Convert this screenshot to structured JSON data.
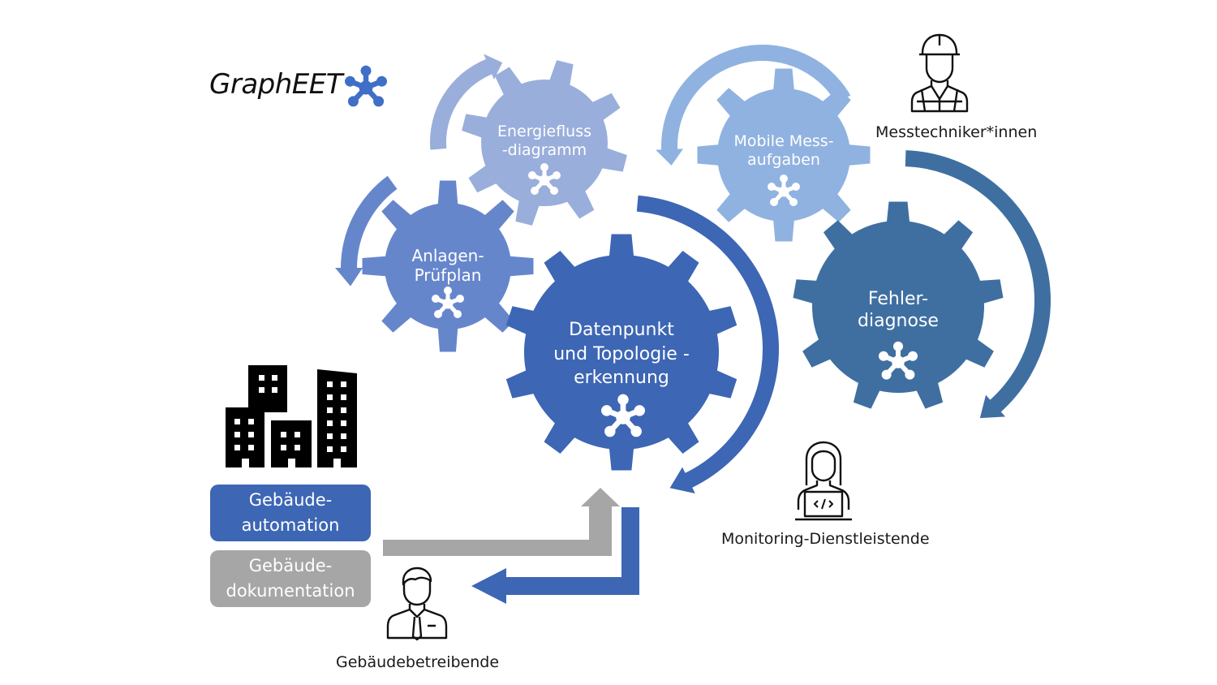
{
  "title": "GraphEET",
  "colors": {
    "logo_blue": "#3f6fc6",
    "gear_energiefluss": "#9aaedb",
    "gear_anlagen": "#6686cc",
    "gear_datenpunkt": "#3d66b4",
    "gear_mobile": "#90b2e0",
    "gear_fehler": "#3f6fa1",
    "box_automation": "#3d66b4",
    "box_dokumentation": "#a6a6a6",
    "arrow_gray": "#a6a6a6"
  },
  "gears": [
    {
      "id": "energiefluss",
      "line1": "Energiefluss",
      "line2": "-diagramm"
    },
    {
      "id": "anlagen",
      "line1": "Anlagen-",
      "line2": "Prüfplan"
    },
    {
      "id": "datenpunkt",
      "line1": "Datenpunkt",
      "line2": "und Topologie -",
      "line3": "erkennung"
    },
    {
      "id": "mobile",
      "line1": "Mobile Mess-",
      "line2": "aufgaben"
    },
    {
      "id": "fehler",
      "line1": "Fehler-",
      "line2": "diagnose"
    }
  ],
  "actors": {
    "messtechniker": "Messtechniker*innen",
    "monitoring": "Monitoring-Dienstleistende",
    "betreibende": "Gebäudebetreibende"
  },
  "boxes": {
    "automation": {
      "line1": "Gebäude-",
      "line2": "automation"
    },
    "dokumentation": {
      "line1": "Gebäude-",
      "line2": "dokumentation"
    }
  }
}
